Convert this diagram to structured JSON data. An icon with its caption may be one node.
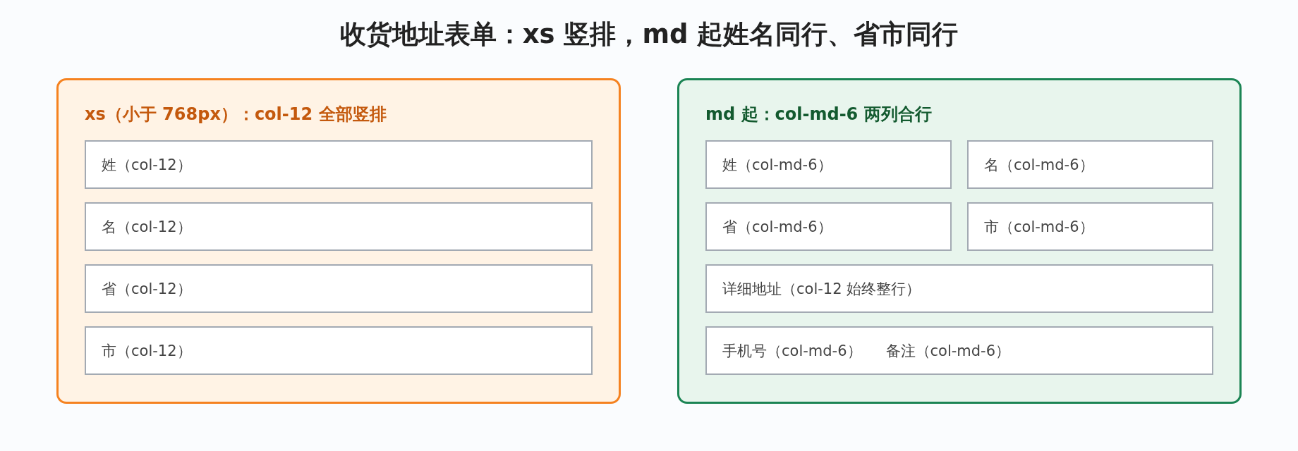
{
  "diagram": {
    "title": "收货地址表单：xs 竖排，md 起姓名同行、省市同行",
    "nodes": [
      {
        "text": [
          "xs（小于 768px）：col-12 全部竖排"
        ]
      },
      {
        "text": [
          "姓（col-12）"
        ],
        "in": 0
      },
      {
        "text": [
          "名（col-12）"
        ],
        "in": 0
      },
      {
        "text": [
          "省（col-12）"
        ],
        "in": 0
      },
      {
        "text": [
          "市（col-12）"
        ],
        "in": 0
      },
      {
        "text": [
          "md 起：col-md-6 两列合行"
        ]
      },
      {
        "text": [
          "姓（col-md-6）"
        ],
        "in": 5
      },
      {
        "text": [
          "名（col-md-6）"
        ],
        "in": 5
      },
      {
        "text": [
          "省（col-md-6）"
        ],
        "in": 5
      },
      {
        "text": [
          "市（col-md-6）"
        ],
        "in": 5
      },
      {
        "text": [
          "详细地址（col-12 始终整行）"
        ],
        "in": 5
      },
      {
        "text": [
          "手机号（col-md-6）",
          "备注（col-md-6）"
        ],
        "in": 5
      }
    ]
  }
}
